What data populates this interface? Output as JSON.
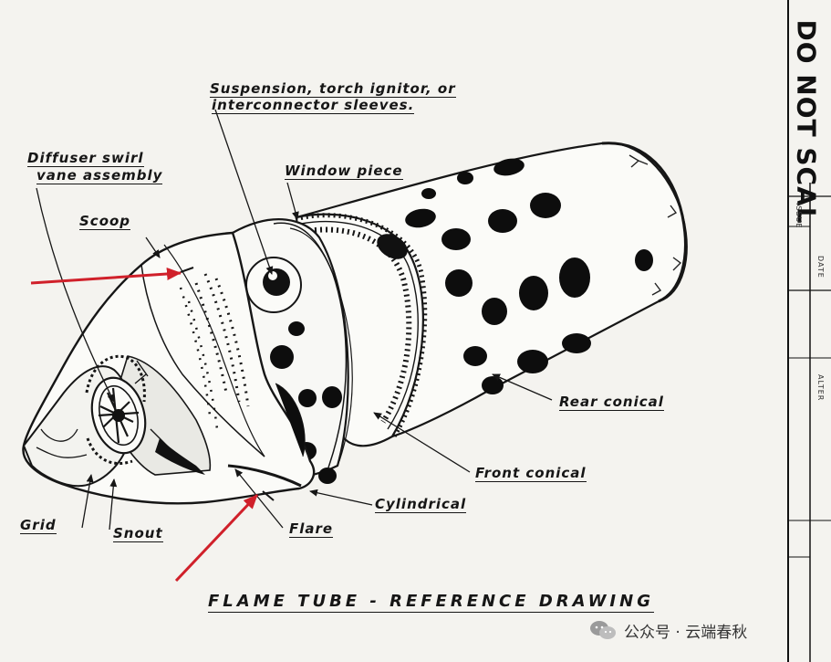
{
  "labels": {
    "suspension_line1": "Suspension, torch ignitor, or",
    "suspension_line2": "interconnector sleeves.",
    "diffuser_line1": "Diffuser swirl",
    "diffuser_line2": "vane assembly",
    "window_piece": "Window piece",
    "scoop": "Scoop",
    "rear_conical": "Rear conical",
    "front_conical": "Front conical",
    "cylindrical": "Cylindrical",
    "flare": "Flare",
    "grid": "Grid",
    "snout": "Snout"
  },
  "title": "FLAME TUBE - REFERENCE DRAWING",
  "margin": {
    "do_not_scale": "DO NOT SCAL",
    "issue": "ISSUE",
    "date": "DATE",
    "alter": "ALTER"
  },
  "watermark": {
    "text": "公众号 · 云端春秋",
    "icon": "wechat-icon"
  },
  "colors": {
    "ink": "#161616",
    "paper": "#f4f3ef",
    "arrow": "#d0202a"
  }
}
